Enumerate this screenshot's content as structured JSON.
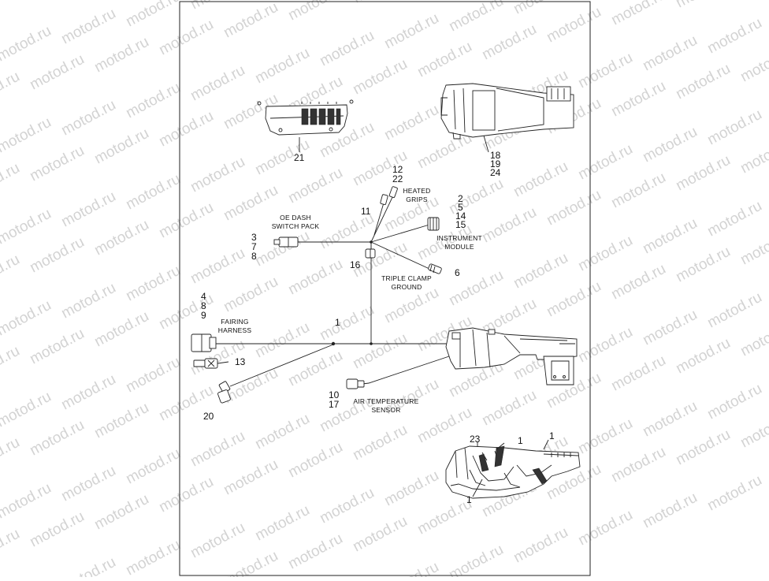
{
  "watermark": "motod.ru",
  "colors": {
    "line": "#222222",
    "watermark": "#d3d3d3",
    "background": "#ffffff"
  },
  "callouts": {
    "c21": "21",
    "c18": "18",
    "c19": "19",
    "c24": "24",
    "c12": "12",
    "c22": "22",
    "c11": "11",
    "c2": "2",
    "c5": "5",
    "c14": "14",
    "c15": "15",
    "c3": "3",
    "c7": "7",
    "c8": "8",
    "c16": "16",
    "c6": "6",
    "c4": "4",
    "c8b": "8",
    "c9": "9",
    "c1a": "1",
    "c13": "13",
    "c10": "10",
    "c17": "17",
    "c20": "20",
    "c23": "23",
    "c1b": "1",
    "c1c": "1",
    "c1d": "1"
  },
  "labels": {
    "heated_1": "HEATED",
    "heated_2": "GRIPS",
    "oe_1": "OE DASH",
    "oe_2": "SWITCH PACK",
    "instr_1": "INSTRUMENT",
    "instr_2": "MODULE",
    "triple_1": "TRIPLE CLAMP",
    "triple_2": "GROUND",
    "fairing_1": "FAIRING",
    "fairing_2": "HARNESS",
    "air_1": "AIR TEMPERATURE",
    "air_2": "SENSOR"
  }
}
